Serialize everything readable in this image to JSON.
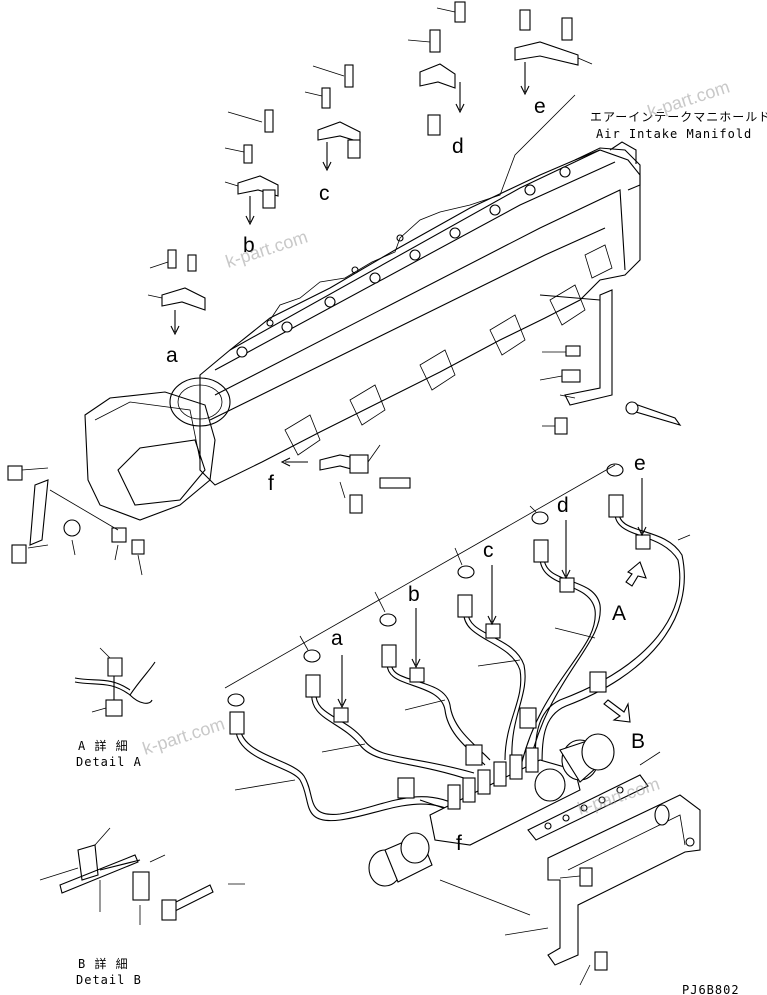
{
  "header": {
    "part_name_jp": "エアーインテークマニホールド",
    "part_name_en": "Air Intake Manifold"
  },
  "callouts": {
    "a_top": "a",
    "b_top": "b",
    "c_top": "c",
    "d_top": "d",
    "e_top": "e",
    "f_top": "f",
    "a_bottom": "a",
    "b_bottom": "b",
    "c_bottom": "c",
    "d_bottom": "d",
    "e_bottom": "e",
    "f_bottom": "f",
    "view_a": "A",
    "view_b": "B"
  },
  "details": {
    "a_jp": "A 詳 細",
    "a_en": "Detail A",
    "b_jp": "B 詳 細",
    "b_en": "Detail B"
  },
  "drawing_code": "PJ6B802",
  "watermark": "k-part.com"
}
